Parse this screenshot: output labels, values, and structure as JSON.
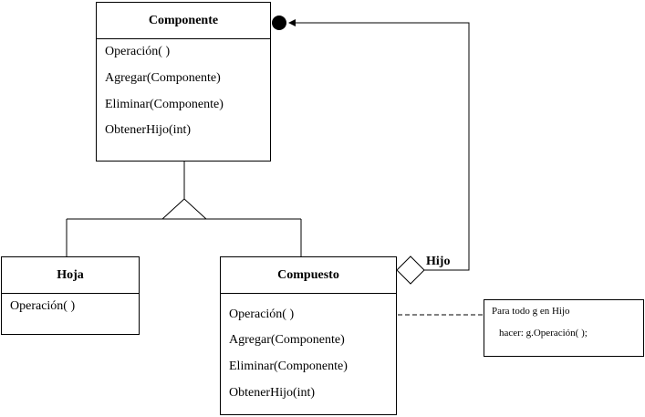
{
  "classes": {
    "componente": {
      "name": "Componente",
      "operations": [
        "Operación( )",
        "Agregar(Componente)",
        "Eliminar(Componente)",
        "ObtenerHijo(int)"
      ]
    },
    "hoja": {
      "name": "Hoja",
      "operations": [
        "Operación( )"
      ]
    },
    "compuesto": {
      "name": "Compuesto",
      "operations": [
        "Operación( )",
        "Agregar(Componente)",
        "Eliminar(Componente)",
        "ObtenerHijo(int)"
      ]
    }
  },
  "aggregation": {
    "role": "Hijo"
  },
  "note": {
    "lines": [
      "Para todo g en Hijo",
      "hacer: g.Operación( );"
    ]
  }
}
